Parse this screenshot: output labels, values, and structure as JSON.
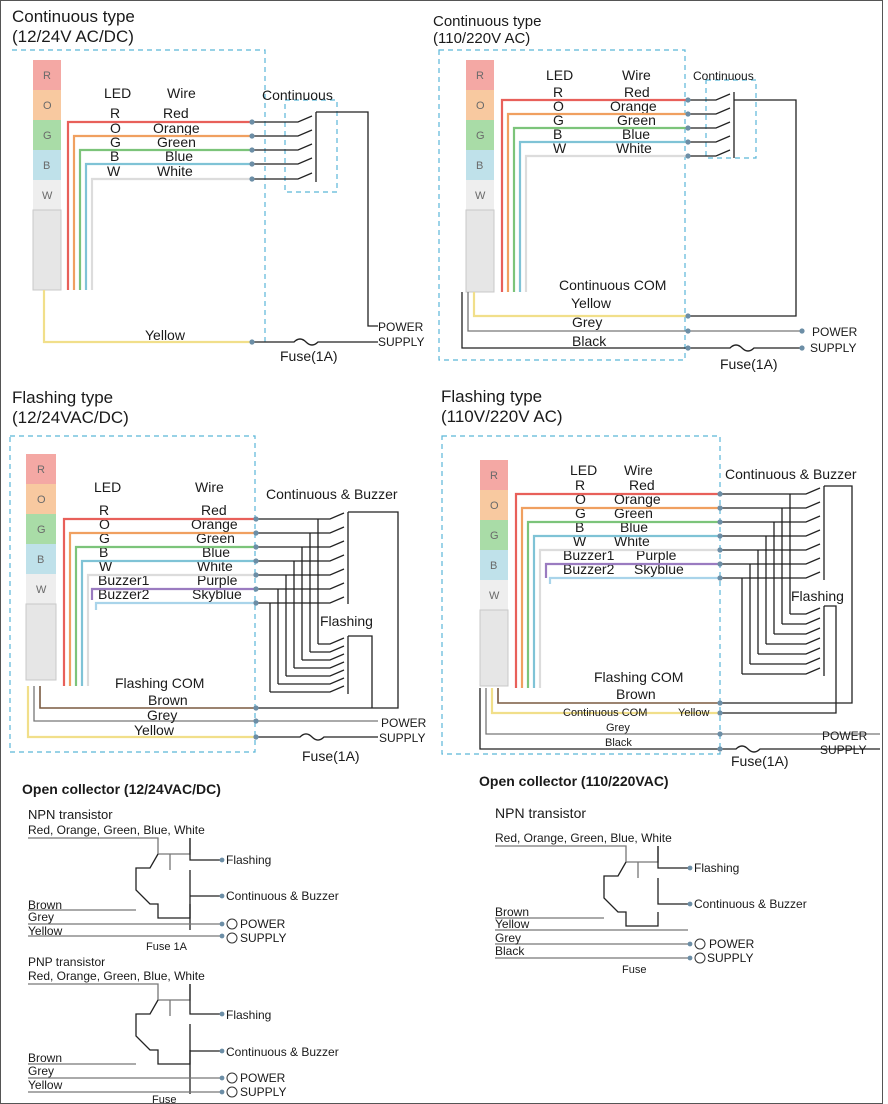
{
  "panels": {
    "continuous_lo": {
      "title_1": "Continuous type",
      "title_2": "(12/24V AC/DC)",
      "hdr_led": "LED",
      "hdr_wire": "Wire",
      "switch_label": "Continuous",
      "rows": [
        {
          "led": "R",
          "wire": "Red"
        },
        {
          "led": "O",
          "wire": "Orange"
        },
        {
          "led": "G",
          "wire": "Green"
        },
        {
          "led": "B",
          "wire": "Blue"
        },
        {
          "led": "W",
          "wire": "White"
        }
      ],
      "common_wire": "Yellow",
      "power": "POWER",
      "supply": "SUPPLY",
      "fuse": "Fuse(1A)"
    },
    "continuous_hi": {
      "title_1": "Continuous type",
      "title_2": "(110/220V AC)",
      "hdr_led": "LED",
      "hdr_wire": "Wire",
      "switch_label": "Continuous",
      "rows": [
        {
          "led": "R",
          "wire": "Red"
        },
        {
          "led": "O",
          "wire": "Orange"
        },
        {
          "led": "G",
          "wire": "Green"
        },
        {
          "led": "B",
          "wire": "Blue"
        },
        {
          "led": "W",
          "wire": "White"
        }
      ],
      "com_label": "Continuous COM",
      "wire_yellow": "Yellow",
      "wire_grey": "Grey",
      "wire_black": "Black",
      "power": "POWER",
      "supply": "SUPPLY",
      "fuse": "Fuse(1A)"
    },
    "flashing_lo": {
      "title_1": "Flashing  type",
      "title_2": "(12/24VAC/DC)",
      "hdr_led": "LED",
      "hdr_wire": "Wire",
      "switch_label": "Continuous & Buzzer",
      "flash_label": "Flashing",
      "rows": [
        {
          "led": "R",
          "wire": "Red"
        },
        {
          "led": "O",
          "wire": "Orange"
        },
        {
          "led": "G",
          "wire": "Green"
        },
        {
          "led": "B",
          "wire": "Blue"
        },
        {
          "led": "W",
          "wire": "White"
        },
        {
          "led": "Buzzer1",
          "wire": "Purple"
        },
        {
          "led": "Buzzer2",
          "wire": "Skyblue"
        }
      ],
      "com_label": "Flashing COM",
      "wire_brown": "Brown",
      "wire_grey": "Grey",
      "wire_yellow": "Yellow",
      "power": "POWER",
      "supply": "SUPPLY",
      "fuse": "Fuse(1A)"
    },
    "flashing_hi": {
      "title_1": "Flashing type",
      "title_2": "(110V/220V AC)",
      "hdr_led": "LED",
      "hdr_wire": "Wire",
      "switch_label": "Continuous & Buzzer",
      "flash_label": "Flashing",
      "rows": [
        {
          "led": "R",
          "wire": "Red"
        },
        {
          "led": "O",
          "wire": "Orange"
        },
        {
          "led": "G",
          "wire": "Green"
        },
        {
          "led": "B",
          "wire": "Blue"
        },
        {
          "led": "W",
          "wire": "White"
        },
        {
          "led": "Buzzer1",
          "wire": "Purple"
        },
        {
          "led": "Buzzer2",
          "wire": "Skyblue"
        }
      ],
      "com_label": "Flashing COM",
      "wire_brown": "Brown",
      "cont_com": "Continuous COM",
      "cont_com_wire": "Yellow",
      "wire_grey": "Grey",
      "wire_black": "Black",
      "power": "POWER",
      "supply": "SUPPLY",
      "fuse": "Fuse(1A)"
    }
  },
  "open_collector": {
    "lo": {
      "heading": "Open collector (12/24VAC/DC)",
      "npn": {
        "transistor": "NPN transistor",
        "bus": "Red, Orange, Green, Blue, White",
        "flashing": "Flashing",
        "continuous": "Continuous & Buzzer",
        "w1": "Brown",
        "w2": "Grey",
        "w3": "Yellow",
        "power": "POWER",
        "supply": "SUPPLY",
        "fuse": "Fuse 1A"
      },
      "pnp": {
        "transistor": "PNP transistor",
        "bus": "Red, Orange, Green, Blue, White",
        "flashing": "Flashing",
        "continuous": "Continuous & Buzzer",
        "w1": "Brown",
        "w2": "Grey",
        "w3": "Yellow",
        "power": "POWER",
        "supply": "SUPPLY",
        "fuse": "Fuse"
      }
    },
    "hi": {
      "heading": "Open collector (110/220VAC)",
      "npn": {
        "transistor": "NPN transistor",
        "bus": "Red, Orange, Green, Blue, White",
        "flashing": "Flashing",
        "continuous": "Continuous & Buzzer",
        "w1": "Brown",
        "w2": "Yellow",
        "w3": "Grey",
        "w4": "Black",
        "power": "POWER",
        "supply": "SUPPLY",
        "fuse": "Fuse"
      }
    }
  },
  "lamp_segments": [
    "R",
    "O",
    "G",
    "B",
    "W"
  ],
  "colors": {
    "red": "#e8605a",
    "orange": "#f0a060",
    "green": "#7cc47a",
    "blue": "#7fc3d6",
    "white": "#dcdcdc",
    "purple": "#9a7bc0",
    "skyblue": "#a9d4ea",
    "yellow": "#f1df8a",
    "grey": "#8a8a8a",
    "black": "#1a1a1a",
    "brown": "#7a5a40",
    "frame_dash": "#5bb6d8",
    "terminal": "#6c8ea6"
  }
}
